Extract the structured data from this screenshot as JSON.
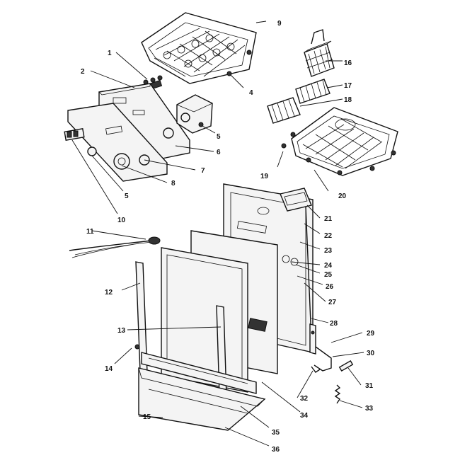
{
  "diagram_type": "exploded parts diagram",
  "colors": {
    "line": "#111111",
    "background": "#ffffff",
    "panel_fill": "#f4f4f4"
  },
  "callouts": {
    "c1": "1",
    "c2": "2",
    "c4": "4",
    "c5": "5",
    "c6": "6",
    "c7": "7",
    "c8": "8",
    "c9": "9",
    "c10": "10",
    "c11": "11",
    "c12": "12",
    "c13": "13",
    "c14": "14",
    "c15": "15",
    "c16": "16",
    "c17": "17",
    "c18": "18",
    "c19": "19",
    "c20": "20",
    "c21": "21",
    "c22": "22",
    "c23": "23",
    "c24": "24",
    "c25": "25",
    "c26": "26",
    "c27": "27",
    "c28": "28",
    "c29": "29",
    "c30": "30",
    "c31": "31",
    "c32": "32",
    "c33": "33",
    "c34": "34",
    "c35": "35",
    "c36": "36"
  }
}
